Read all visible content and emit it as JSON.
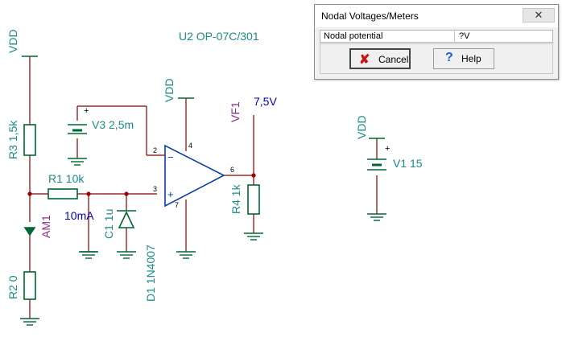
{
  "schematic": {
    "labels": {
      "u2": "U2 OP-07C/301",
      "vdd_left": "VDD",
      "vdd_mid": "VDD",
      "vdd_right": "VDD",
      "r3": "R3 1,5k",
      "v3": "V3 2,5m",
      "r1": "R1 10k",
      "ammeter_value": "10mA",
      "am1": "AM1",
      "c1": "C1 1u",
      "d1": "D1 1N4007",
      "r2": "R2 0",
      "vf1": "VF1",
      "vf1_value": "7,5V",
      "r4": "R4 1k",
      "v1": "V1 15",
      "pin2": "2",
      "pin3": "3",
      "pin4": "4",
      "pin6": "6",
      "pin7": "7",
      "minus": "−",
      "plus": "+",
      "v3_plus": "+",
      "v1_plus": "+"
    },
    "colors": {
      "wire": "#800000",
      "component": "#006633",
      "label": "#1a8a8a",
      "value": "#0000b4",
      "meter": "#8a2c8a",
      "node": "#c00000"
    }
  },
  "dialog": {
    "title": "Nodal Voltages/Meters",
    "close_icon": "close-icon",
    "table": {
      "col1": "Nodal potential",
      "col2": "?V"
    },
    "buttons": {
      "cancel": {
        "label": "Cancel",
        "icon": "x-icon"
      },
      "help": {
        "label": "Help",
        "icon": "question-icon"
      }
    }
  }
}
